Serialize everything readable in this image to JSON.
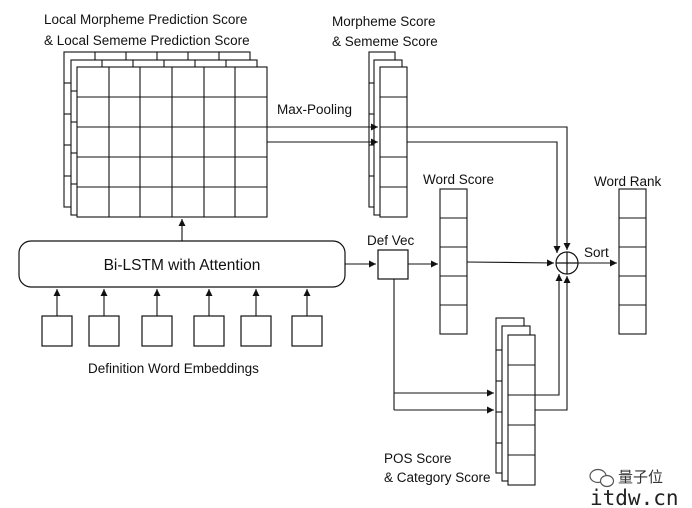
{
  "labels": {
    "local_score_line1": "Local Morpheme Prediction Score",
    "local_score_line2": "& Local Sememe Prediction Score",
    "score_line1": "Morpheme Score",
    "score_line2": "& Sememe Score",
    "max_pooling": "Max-Pooling",
    "bilstm": "Bi-LSTM with Attention",
    "def_vec": "Def Vec",
    "word_score": "Word Score",
    "word_rank": "Word Rank",
    "sort": "Sort",
    "definition_embeddings": "Definition Word Embeddings",
    "pos_line1": "POS Score",
    "pos_line2": "& Category Score"
  },
  "watermark": {
    "cn": "量子位",
    "url": "itdw.cn",
    "logo_icon": "wechat-icon"
  },
  "colors": {
    "stroke": "#111111",
    "background": "#ffffff"
  }
}
